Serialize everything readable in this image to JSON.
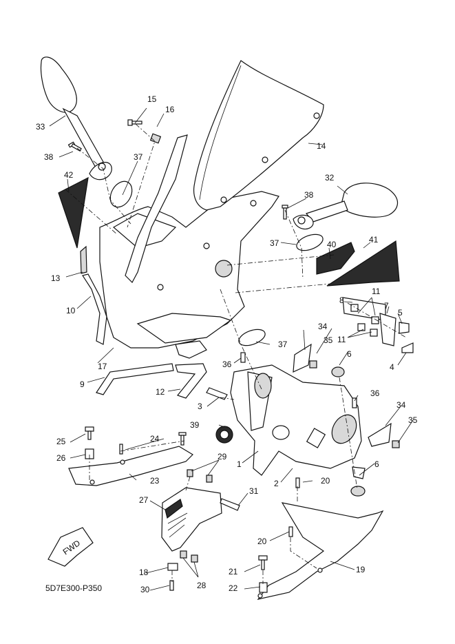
{
  "diagram": {
    "part_numbers": [
      "1",
      "2",
      "3",
      "4",
      "5",
      "6",
      "6",
      "7",
      "8",
      "9",
      "10",
      "11",
      "11",
      "12",
      "13",
      "14",
      "15",
      "16",
      "17",
      "18",
      "19",
      "20",
      "20",
      "21",
      "22",
      "23",
      "24",
      "25",
      "26",
      "27",
      "28",
      "29",
      "30",
      "31",
      "32",
      "33",
      "34",
      "34",
      "35",
      "35",
      "36",
      "36",
      "37",
      "37",
      "37",
      "38",
      "38",
      "39",
      "40",
      "41",
      "42"
    ],
    "direction_label": "FWD",
    "footer_code": "5D7E300-P350"
  }
}
